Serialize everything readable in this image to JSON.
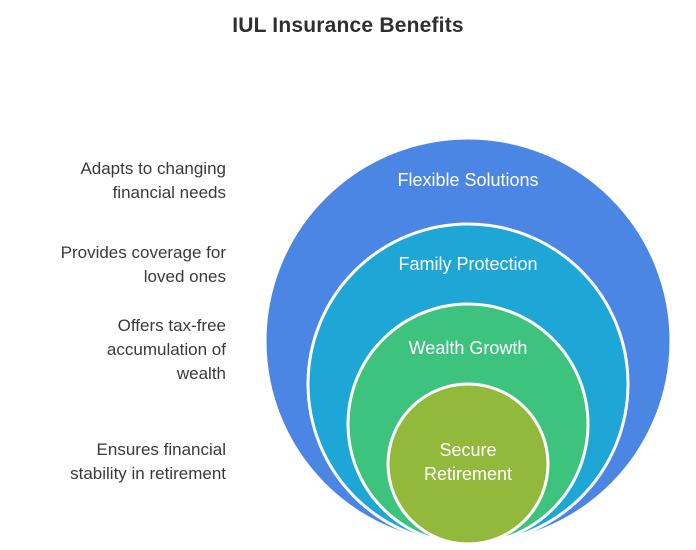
{
  "title": "IUL Insurance Benefits",
  "layers": [
    {
      "label": "Flexible Solutions",
      "color": "#4b86e4",
      "description": [
        "Adapts to changing",
        "financial needs"
      ]
    },
    {
      "label": "Family Protection",
      "color": "#1ea6d7",
      "description": [
        "Provides coverage for",
        "loved ones"
      ]
    },
    {
      "label": "Wealth Growth",
      "color": "#3ec37f",
      "description": [
        "Offers tax-free",
        "accumulation of",
        "wealth"
      ]
    },
    {
      "label": "Secure Retirement",
      "label_lines": [
        "Secure",
        "Retirement"
      ],
      "color": "#93b93c",
      "description": [
        "Ensures financial",
        "stability in retirement"
      ]
    }
  ]
}
